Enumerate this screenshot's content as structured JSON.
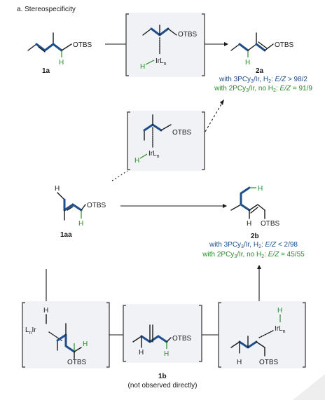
{
  "panel_title": "a. Stereospecificity",
  "labels": {
    "otbs": "OTBS",
    "h": "H",
    "irln": "IrLn",
    "ir_l": "L",
    "ir_n": "n",
    "ir_ir": "Ir",
    "lnir_l": "L",
    "lnir_n": "n",
    "lnir_ir": "Ir"
  },
  "compounds": {
    "c1a": "1a",
    "c2a": "2a",
    "c1aa": "1aa",
    "c2b": "2b",
    "c1b": "1b",
    "c1b_note": "(not observed directly)"
  },
  "conditions": {
    "c2a": [
      {
        "pre": "with 3PCy",
        "sub": "3",
        "mid": "/Ir, H",
        "sub2": "2",
        "post": ": ",
        "ez": "E/Z",
        "val": " > 98/2",
        "color": "blue"
      },
      {
        "pre": "with 2PCy",
        "sub": "3",
        "mid": "/Ir, no H",
        "sub2": "2",
        "post": ": ",
        "ez": "E/Z",
        "val": " = 91/9",
        "color": "green"
      }
    ],
    "c2b": [
      {
        "pre": "with 3PCy",
        "sub": "3",
        "mid": "/Ir, H",
        "sub2": "2",
        "post": ": ",
        "ez": "E/Z",
        "val": " < 2/98",
        "color": "blue"
      },
      {
        "pre": "with 2PCy",
        "sub": "3",
        "mid": "/Ir, no H",
        "sub2": "2",
        "post": ": ",
        "ez": "E/Z",
        "val": " = 45/55",
        "color": "green"
      }
    ]
  },
  "colors": {
    "bond_highlight": "#1f4e8c",
    "hydrogen": "#2a8a2a",
    "box": "#f1f2f5",
    "condition_blue": "#1d4f8a",
    "condition_green": "#2a8a2a"
  }
}
